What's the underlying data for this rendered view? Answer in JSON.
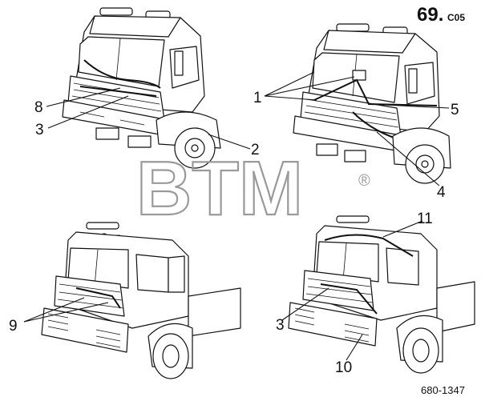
{
  "page_code": {
    "main": "69.",
    "suffix": "C05"
  },
  "document_number": "680-1347",
  "watermark": {
    "text": "BTM",
    "mark": "®"
  },
  "callouts": {
    "c1": "1",
    "c2": "2",
    "c3a": "3",
    "c3b": "3",
    "c4": "4",
    "c5": "5",
    "c8": "8",
    "c9": "9",
    "c10": "10",
    "c11": "11"
  }
}
